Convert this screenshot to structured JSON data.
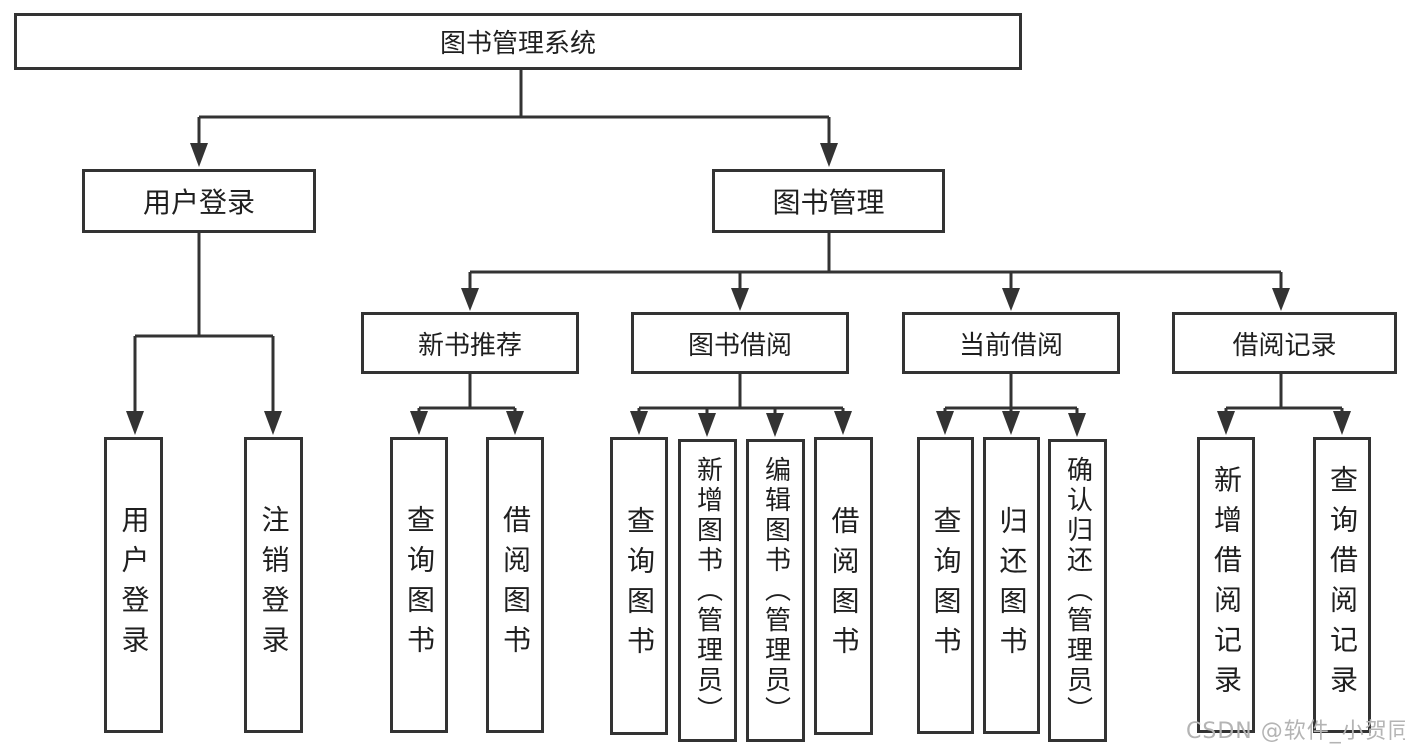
{
  "diagram": {
    "root": "图书管理系统",
    "branches": [
      {
        "label": "用户登录",
        "children": [
          "用户登录",
          "注销登录"
        ]
      },
      {
        "label": "图书管理",
        "sections": [
          {
            "label": "新书推荐",
            "children": [
              "查询图书",
              "借阅图书"
            ]
          },
          {
            "label": "图书借阅",
            "children": [
              "查询图书",
              "新增图书（管理员）",
              "编辑图书（管理员）",
              "借阅图书"
            ]
          },
          {
            "label": "当前借阅",
            "children": [
              "查询图书",
              "归还图书",
              "确认归还（管理员）"
            ]
          },
          {
            "label": "借阅记录",
            "children": [
              "新增借阅记录",
              "查询借阅记录"
            ]
          }
        ]
      }
    ]
  },
  "watermark": "CSDN @软件_小贺同学",
  "colors": {
    "line": "#333333",
    "box_fill": "#ffffff",
    "text": "#1f1f1f",
    "watermark": "#b4b4b4"
  }
}
